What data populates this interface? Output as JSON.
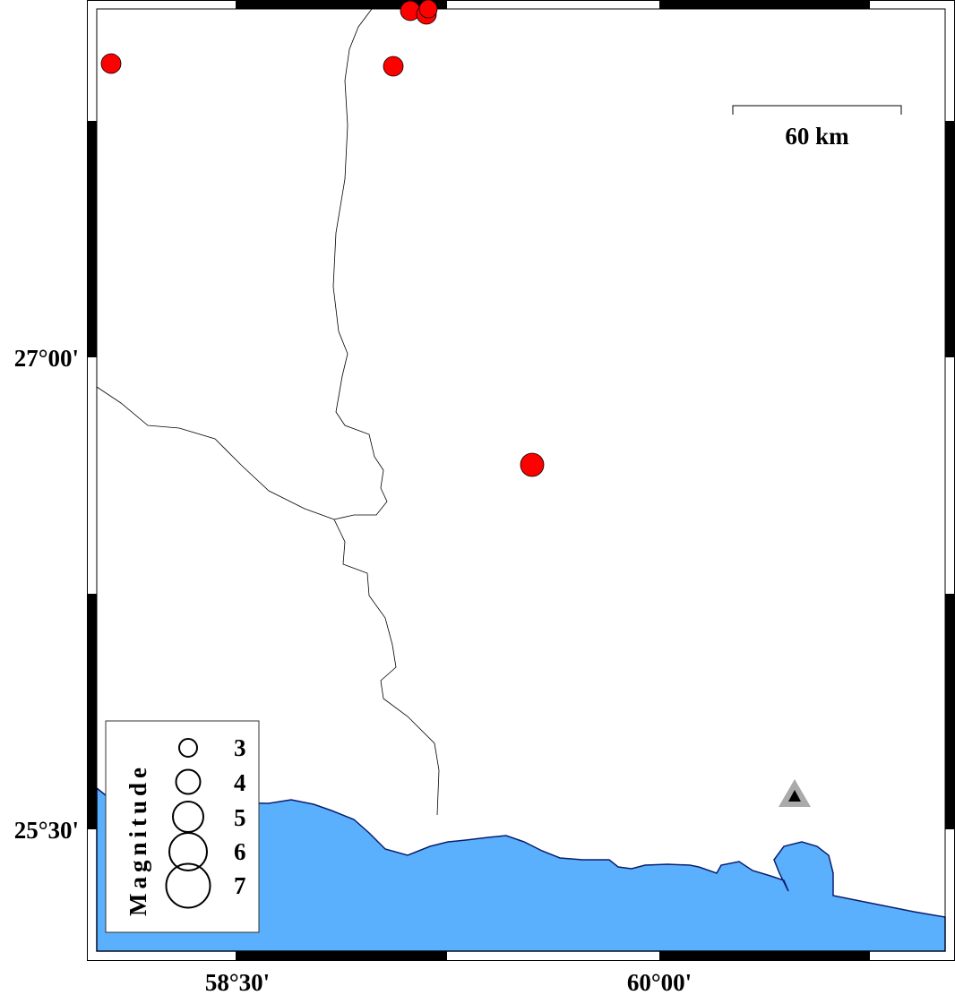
{
  "map": {
    "axes": {
      "x_ticks": [
        "58°30'",
        "60°00'"
      ],
      "y_ticks": [
        "27°00'",
        "25°30'"
      ]
    },
    "scale_bar": {
      "label": "60 km"
    },
    "legend": {
      "title": "Magnitude",
      "sizes": [
        "3",
        "4",
        "5",
        "6",
        "7"
      ]
    },
    "colors": {
      "sea": "#5ab0fc",
      "coast": "#0a1e6e",
      "event": "#ff0000",
      "station_outer": "#aaaaaa",
      "station_inner": "#000000"
    },
    "events_count": 6,
    "station_count": 1
  }
}
